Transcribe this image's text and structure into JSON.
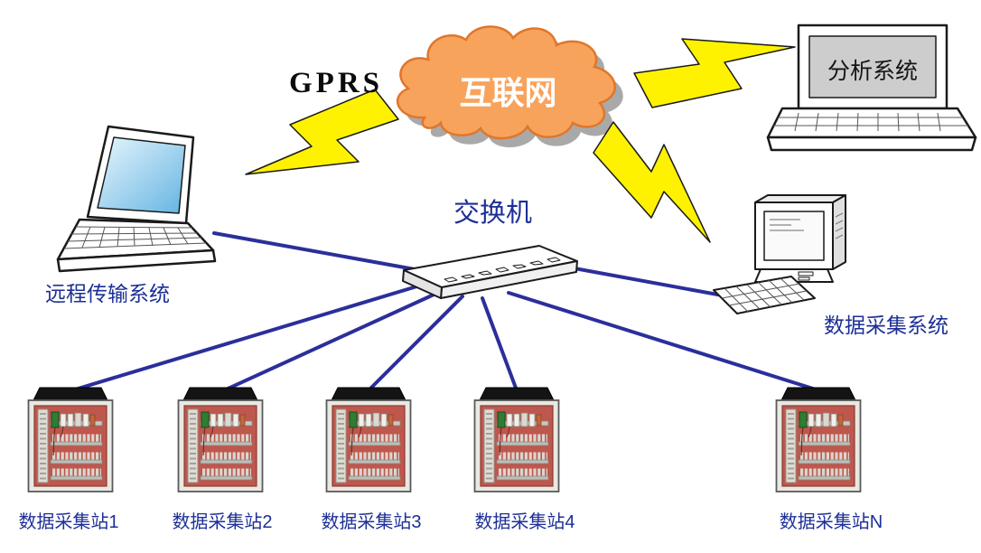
{
  "cloud": {
    "label": "互联网"
  },
  "gprs": {
    "label": "GPRS"
  },
  "switch": {
    "label": "交换机"
  },
  "remote_system": {
    "label": "远程传输系统"
  },
  "analysis_system": {
    "label": "分析系统"
  },
  "acquisition_system": {
    "label": "数据采集系统"
  },
  "stations": [
    {
      "label": "数据采集站1"
    },
    {
      "label": "数据采集站2"
    },
    {
      "label": "数据采集站3"
    },
    {
      "label": "数据采集站4"
    },
    {
      "label": "数据采集站N"
    }
  ],
  "colors": {
    "cloud_fill": "#F8A35C",
    "cloud_stroke": "#E0762B",
    "cloud_shadow": "#A9A9A9",
    "lightning_fill": "#FFF200",
    "connection_blue": "#2B2F9B",
    "label_blue": "#1D2F96",
    "cabinet_panel_red": "#BE574D"
  }
}
